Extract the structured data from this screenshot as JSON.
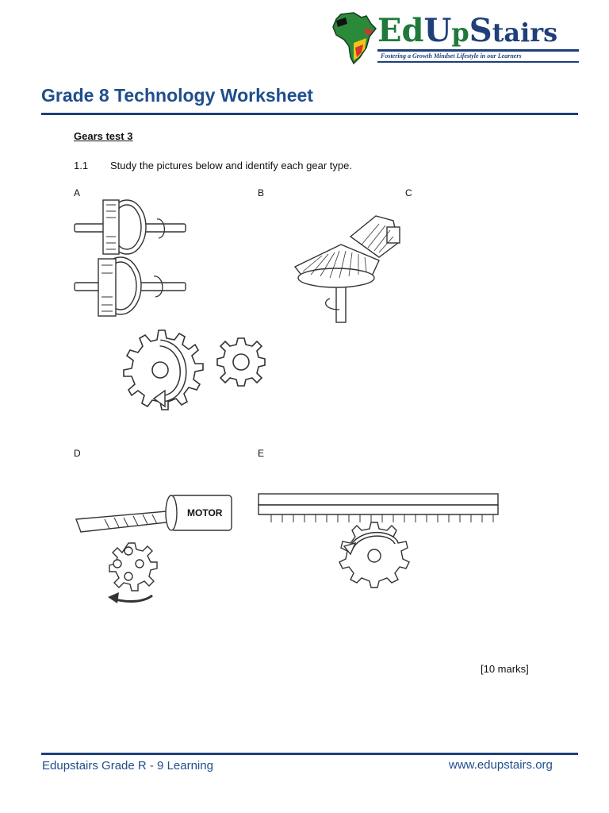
{
  "logo": {
    "name": "EdUpStairs",
    "tagline": "Fostering a Growth Mindset Lifestyle in our Learners",
    "colors": {
      "ed": "#1f7a3a",
      "up": "#1f3f7a",
      "stairs": "#1f3f7a"
    }
  },
  "header": {
    "title": "Grade 8 Technology Worksheet"
  },
  "section": {
    "heading": "Gears test 3"
  },
  "question": {
    "number": "1.1",
    "text": "Study the pictures below and identify each gear type."
  },
  "pictures": [
    {
      "label": "A",
      "icon": "spur-gears-parallel-shafts"
    },
    {
      "label": "B",
      "icon": "bevel-gears"
    },
    {
      "label": "C",
      "icon": "spur-gear-pair"
    },
    {
      "label": "D",
      "icon": "worm-gear-with-motor",
      "motor_text": "MOTOR"
    },
    {
      "label": "E",
      "icon": "rack-and-pinion"
    }
  ],
  "marks": "[10 marks]",
  "footer": {
    "left": "Edupstairs Grade R - 9 Learning",
    "right": "www.edupstairs.org"
  },
  "accent_color": "#1f4e8c"
}
